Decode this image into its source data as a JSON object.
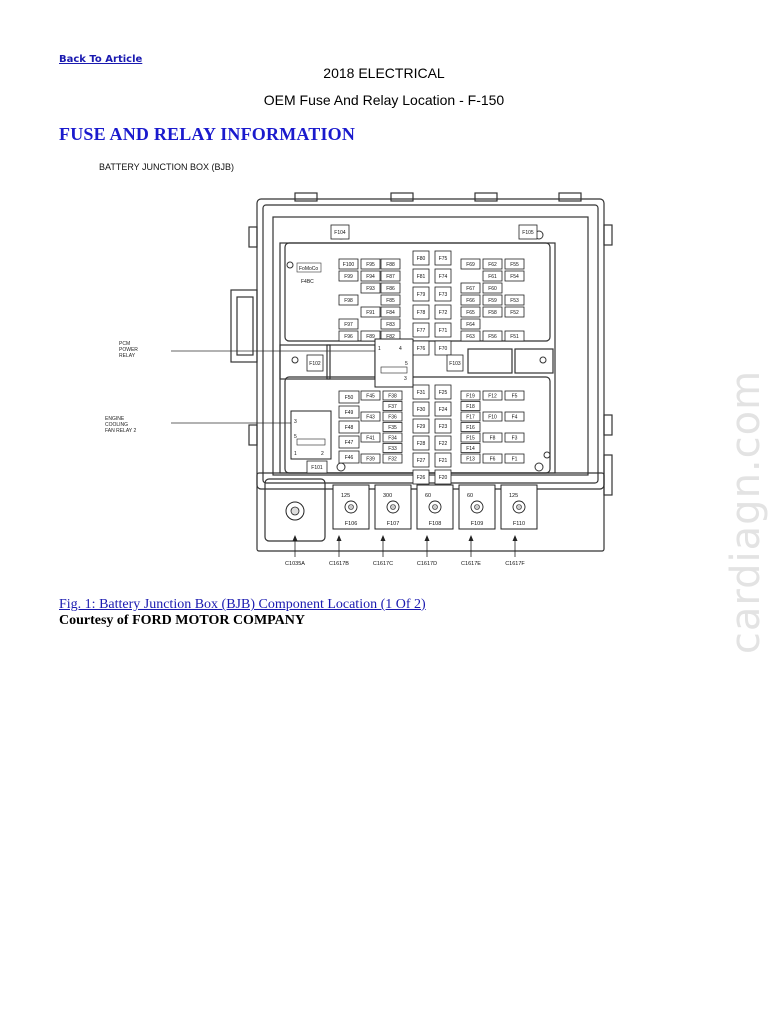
{
  "nav": {
    "back_label": "Back To Article"
  },
  "header": {
    "line1": "2018 ELECTRICAL",
    "line2": "OEM Fuse And Relay Location - F-150"
  },
  "section_title": "FUSE AND RELAY INFORMATION",
  "figure": {
    "title": "BATTERY JUNCTION BOX (BJB)",
    "callouts": {
      "pcm_relay": [
        "PCM",
        "POWER",
        "RELAY"
      ],
      "fan_relay": [
        "ENGINE",
        "COOLING",
        "FAN RELAY 2"
      ]
    },
    "logo_lines": [
      "FoMoCo",
      "F4BC"
    ],
    "top_fuses": [
      "F104",
      "F105"
    ],
    "left_block": [
      [
        "F100",
        "F95",
        "F88"
      ],
      [
        "F99",
        "F94",
        "F87"
      ],
      [
        "",
        "F93",
        "F86"
      ],
      [
        "F98",
        "",
        "F85"
      ],
      [
        "",
        "F91",
        "F84"
      ],
      [
        "F97",
        "",
        "F83"
      ],
      [
        "F96",
        "F89",
        "F82"
      ]
    ],
    "center_top": [
      [
        "F80",
        "F75"
      ],
      [
        "F81",
        "F74"
      ],
      [
        "F79",
        "F73"
      ],
      [
        "F78",
        "F72"
      ],
      [
        "F77",
        "F71"
      ],
      [
        "F76",
        "F70"
      ]
    ],
    "right_top": [
      [
        "F69",
        "F62",
        "F55"
      ],
      [
        "",
        "F61",
        "F54"
      ],
      [
        "F67",
        "F60",
        ""
      ],
      [
        "F66",
        "F59",
        "F53"
      ],
      [
        "F65",
        "F58",
        "F52"
      ],
      [
        "F64",
        "",
        ""
      ],
      [
        "F63",
        "F56",
        "F51"
      ]
    ],
    "relay_fuses": [
      "F102",
      "F103"
    ],
    "lower_left_big": [
      "F50",
      "F49",
      "F48",
      "F47",
      "F46"
    ],
    "lower_left": [
      [
        "F45",
        "F38"
      ],
      [
        "",
        "F37"
      ],
      [
        "F43",
        "F36"
      ],
      [
        "",
        "F35"
      ],
      [
        "F41",
        "F34"
      ],
      [
        "",
        "F33"
      ],
      [
        "F39",
        "F32"
      ]
    ],
    "center_bottom": [
      [
        "F31",
        "F25"
      ],
      [
        "F30",
        "F24"
      ],
      [
        "F29",
        "F23"
      ],
      [
        "F28",
        "F22"
      ],
      [
        "F27",
        "F21"
      ],
      [
        "F26",
        "F20"
      ]
    ],
    "lower_right": [
      [
        "F19",
        "F12",
        "F5"
      ],
      [
        "F18",
        "",
        ""
      ],
      [
        "F17",
        "F10",
        "F4"
      ],
      [
        "F16",
        "",
        ""
      ],
      [
        "F15",
        "F8",
        "F3"
      ],
      [
        "F14",
        "",
        ""
      ],
      [
        "F13",
        "F6",
        "F1"
      ]
    ],
    "fan_relay_fuse": "F101",
    "relay_pins": [
      "1",
      "2",
      "3",
      "4",
      "5"
    ],
    "mega_fuses": [
      {
        "amps": "125",
        "label": "F106"
      },
      {
        "amps": "300",
        "label": "F107"
      },
      {
        "amps": "60",
        "label": "F108"
      },
      {
        "amps": "60",
        "label": "F109"
      },
      {
        "amps": "125",
        "label": "F110"
      }
    ],
    "connectors": [
      "C1035A",
      "C1617B",
      "C1617C",
      "C1617D",
      "C1617E",
      "C1617F"
    ]
  },
  "caption": "Fig. 1: Battery Junction Box (BJB) Component Location (1 Of 2)",
  "courtesy": "Courtesy of FORD MOTOR COMPANY",
  "watermark": "cardiagn.com"
}
